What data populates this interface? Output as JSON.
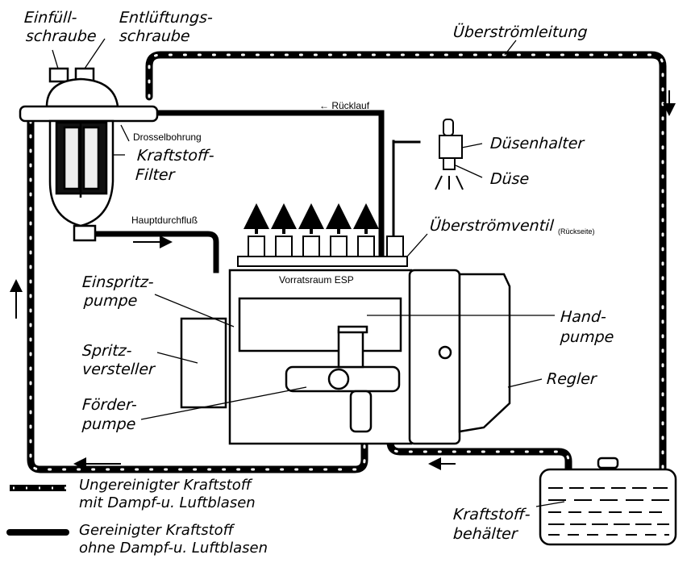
{
  "title": "Kraftstoffanlage mit Einspritzpumpe",
  "labels": {
    "einfuell": [
      "Einfüll-",
      "schraube"
    ],
    "entlueftung": [
      "Entlüftungs-",
      "schraube"
    ],
    "ueberstroemleitung": "Überströmleitung",
    "drosselbohrung": "Drosselbohrung",
    "kraftstofffilter": [
      "Kraftstoff-",
      "Filter"
    ],
    "ruecklauf": "← Rücklauf",
    "duesenhalter": "Düsenhalter",
    "duese": "Düse",
    "hauptdurchfluss": "Hauptdurchfluß",
    "ueberstroemventil": "Überströmventil",
    "rueckseite": "(Rückseite)",
    "vorratsraum": "Vorratsraum ESP",
    "einspritzpumpe": [
      "Einspritz-",
      "pumpe"
    ],
    "handpumpe": [
      "Hand-",
      "pumpe"
    ],
    "spritzversteller": [
      "Spritz-",
      "versteller"
    ],
    "regler": "Regler",
    "foerderpumpe": [
      "Förder-",
      "pumpe"
    ],
    "kraftstoffbehaelter": [
      "Kraftstoff-",
      "behälter"
    ]
  },
  "legend": [
    {
      "style": "dotted-thick",
      "lines": [
        "Ungereinigter Kraftstoff",
        "mit Dampf-u. Luftblasen"
      ]
    },
    {
      "style": "solid-thick",
      "lines": [
        "Gereinigter Kraftstoff",
        "ohne Dampf-u. Luftblasen"
      ]
    }
  ],
  "colors": {
    "ink": "#000000",
    "paper": "#ffffff"
  }
}
